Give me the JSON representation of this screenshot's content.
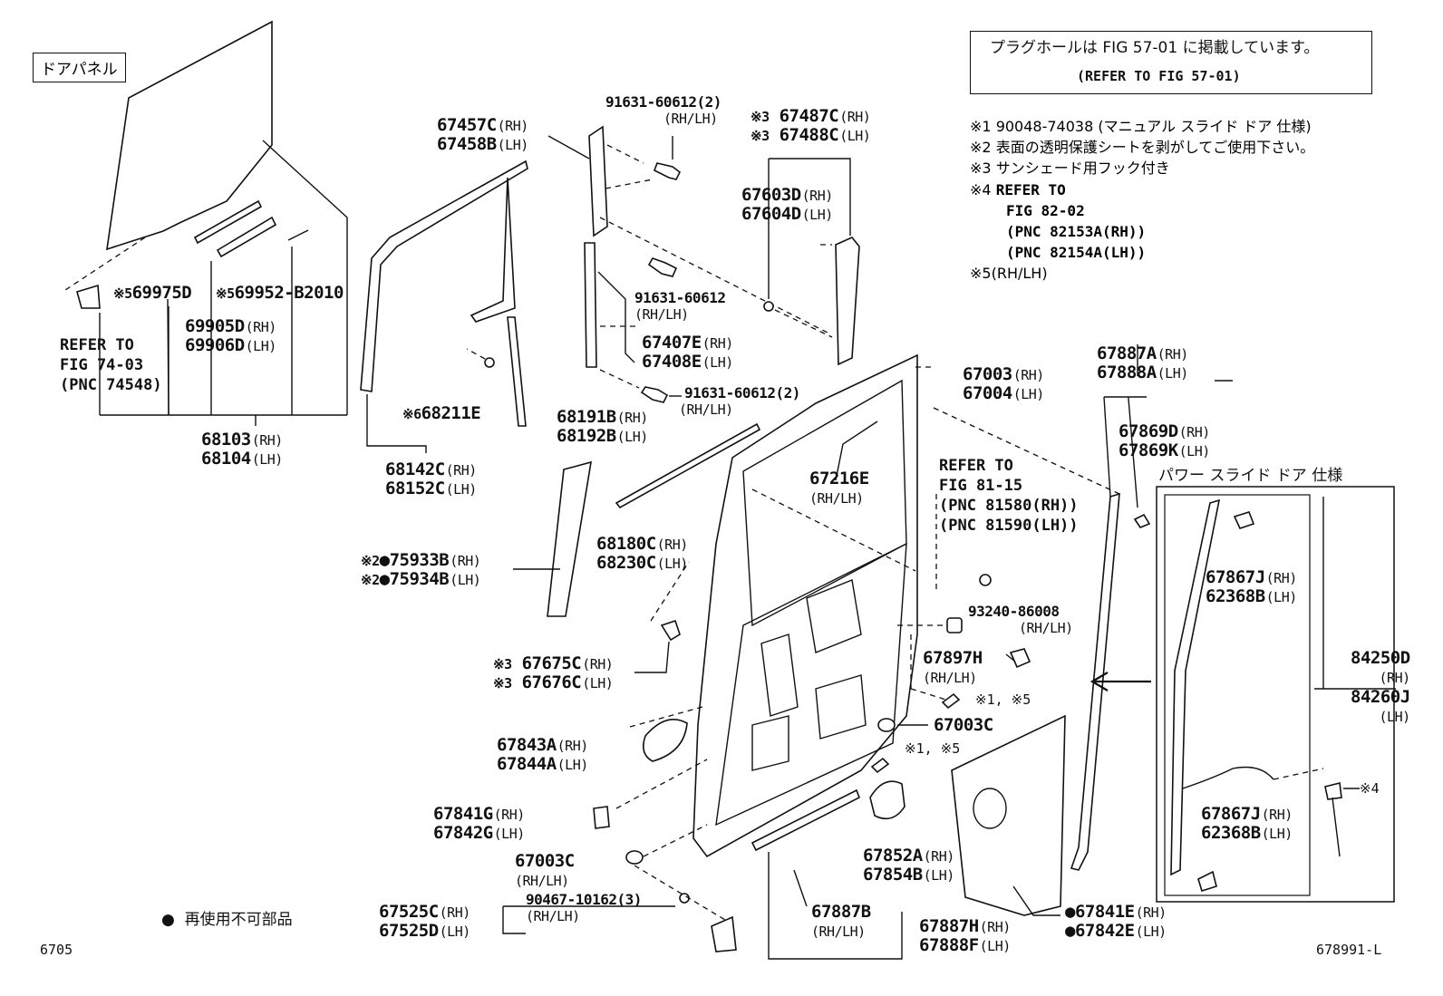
{
  "header": {
    "section_tag": "ドアパネル",
    "note_box_line1": "プラグホールは FIG 57-01 に掲載しています。",
    "note_box_line2": "(REFER TO FIG 57-01)"
  },
  "notes": [
    {
      "mark": "※1",
      "text": "90048-74038 (マニュアル スライド ドア 仕様)"
    },
    {
      "mark": "※2",
      "text": "表面の透明保護シートを剥がしてご使用下さい。"
    },
    {
      "mark": "※3",
      "text": "サンシェード用フック付き"
    },
    {
      "mark": "※4",
      "text": "REFER TO"
    },
    {
      "mark": "",
      "text": "FIG 82-02"
    },
    {
      "mark": "",
      "text": "(PNC 82153A(RH))"
    },
    {
      "mark": "",
      "text": "(PNC 82154A(LH))"
    },
    {
      "mark": "※5",
      "text": "(RH/LH)"
    }
  ],
  "power_slide_title": "パワー スライド ドア 仕様",
  "legend": {
    "symbol": "●",
    "text": "再使用不可部品"
  },
  "footer": {
    "left": "6705",
    "right": "678991-L"
  },
  "labels": {
    "p67457": {
      "l1": "67457C",
      "s1": "(RH)",
      "l2": "67458B",
      "s2": "(LH)"
    },
    "p91631a": {
      "l1": "91631-60612(2)",
      "l2": "(RH/LH)"
    },
    "p67487": {
      "m": "※3",
      "l1": "67487C",
      "s1": "(RH)",
      "l2": "67488C",
      "s2": "(LH)"
    },
    "p67603": {
      "l1": "67603D",
      "s1": "(RH)",
      "l2": "67604D",
      "s2": "(LH)"
    },
    "p69975": {
      "m": "※5",
      "l1": "69975D"
    },
    "p69952": {
      "m": "※5",
      "l1": "69952-B2010"
    },
    "p69905": {
      "l1": "69905D",
      "s1": "(RH)",
      "l2": "69906D",
      "s2": "(LH)"
    },
    "ref7403": {
      "l1": "REFER TO",
      "l2": "FIG 74-03",
      "l3": "(PNC 74548)"
    },
    "p91631b": {
      "l1": "91631-60612",
      "l2": "(RH/LH)"
    },
    "p67407": {
      "l1": "67407E",
      "s1": "(RH)",
      "l2": "67408E",
      "s2": "(LH)"
    },
    "p91631c": {
      "l1": "91631-60612(2)",
      "l2": "(RH/LH)"
    },
    "p67003": {
      "l1": "67003",
      "s1": "(RH)",
      "l2": "67004",
      "s2": "(LH)"
    },
    "p68211": {
      "m": "※6",
      "l1": "68211E"
    },
    "p68191": {
      "l1": "68191B",
      "s1": "(RH)",
      "l2": "68192B",
      "s2": "(LH)"
    },
    "p68103": {
      "l1": "68103",
      "s1": "(RH)",
      "l2": "68104",
      "s2": "(LH)"
    },
    "p68142": {
      "l1": "68142C",
      "s1": "(RH)",
      "l2": "68152C",
      "s2": "(LH)"
    },
    "p67216": {
      "l1": "67216E",
      "l2": "(RH/LH)"
    },
    "ref8115": {
      "l1": "REFER TO",
      "l2": "FIG 81-15",
      "l3": "(PNC 81580(RH))",
      "l4": "(PNC 81590(LH))"
    },
    "p67887a": {
      "l1": "67887A",
      "s1": "(RH)",
      "l2": "67888A",
      "s2": "(LH)"
    },
    "p67869": {
      "l1": "67869D",
      "s1": "(RH)",
      "l2": "67869K",
      "s2": "(LH)"
    },
    "p68180": {
      "l1": "68180C",
      "s1": "(RH)",
      "l2": "68230C",
      "s2": "(LH)"
    },
    "p75933": {
      "m": "※2",
      "l1": "75933B",
      "s1": "(RH)",
      "l2": "75934B",
      "s2": "(LH)"
    },
    "p93240": {
      "l1": "93240-86008",
      "l2": "(RH/LH)"
    },
    "p67897": {
      "l1": "67897H",
      "l2": "(RH/LH)"
    },
    "p67675": {
      "m": "※3",
      "l1": "67675C",
      "s1": "(RH)",
      "l2": "67676C",
      "s2": "(LH)"
    },
    "p67867a": {
      "l1": "67867J",
      "s1": "(RH)",
      "l2": "62368B",
      "s2": "(LH)"
    },
    "p84250": {
      "l1": "84250D",
      "s1": "(RH)",
      "l2": "84260J",
      "s2": "(LH)"
    },
    "n15a": {
      "t": "※1, ※5"
    },
    "p67003c": {
      "l1": "67003C"
    },
    "p67843": {
      "l1": "67843A",
      "s1": "(RH)",
      "l2": "67844A",
      "s2": "(LH)"
    },
    "n15b": {
      "t": "※1, ※5"
    },
    "n4": {
      "t": "※4"
    },
    "p67841g": {
      "l1": "67841G",
      "s1": "(RH)",
      "l2": "67842G",
      "s2": "(LH)"
    },
    "p67867b": {
      "l1": "67867J",
      "s1": "(RH)",
      "l2": "62368B",
      "s2": "(LH)"
    },
    "p67003c2": {
      "l1": "67003C",
      "l2": "(RH/LH)"
    },
    "p67852": {
      "l1": "67852A",
      "s1": "(RH)",
      "l2": "67854B",
      "s2": "(LH)"
    },
    "p90467": {
      "l1": "90467-10162(3)",
      "l2": "(RH/LH)"
    },
    "p67525": {
      "l1": "67525C",
      "s1": "(RH)",
      "l2": "67525D",
      "s2": "(LH)"
    },
    "p67887b": {
      "l1": "67887B",
      "l2": "(RH/LH)"
    },
    "p67887h": {
      "l1": "67887H",
      "s1": "(RH)",
      "l2": "67888F",
      "s2": "(LH)"
    },
    "p67841e": {
      "l1": "67841E",
      "s1": "(RH)",
      "l2": "67842E",
      "s2": "(LH)"
    }
  }
}
